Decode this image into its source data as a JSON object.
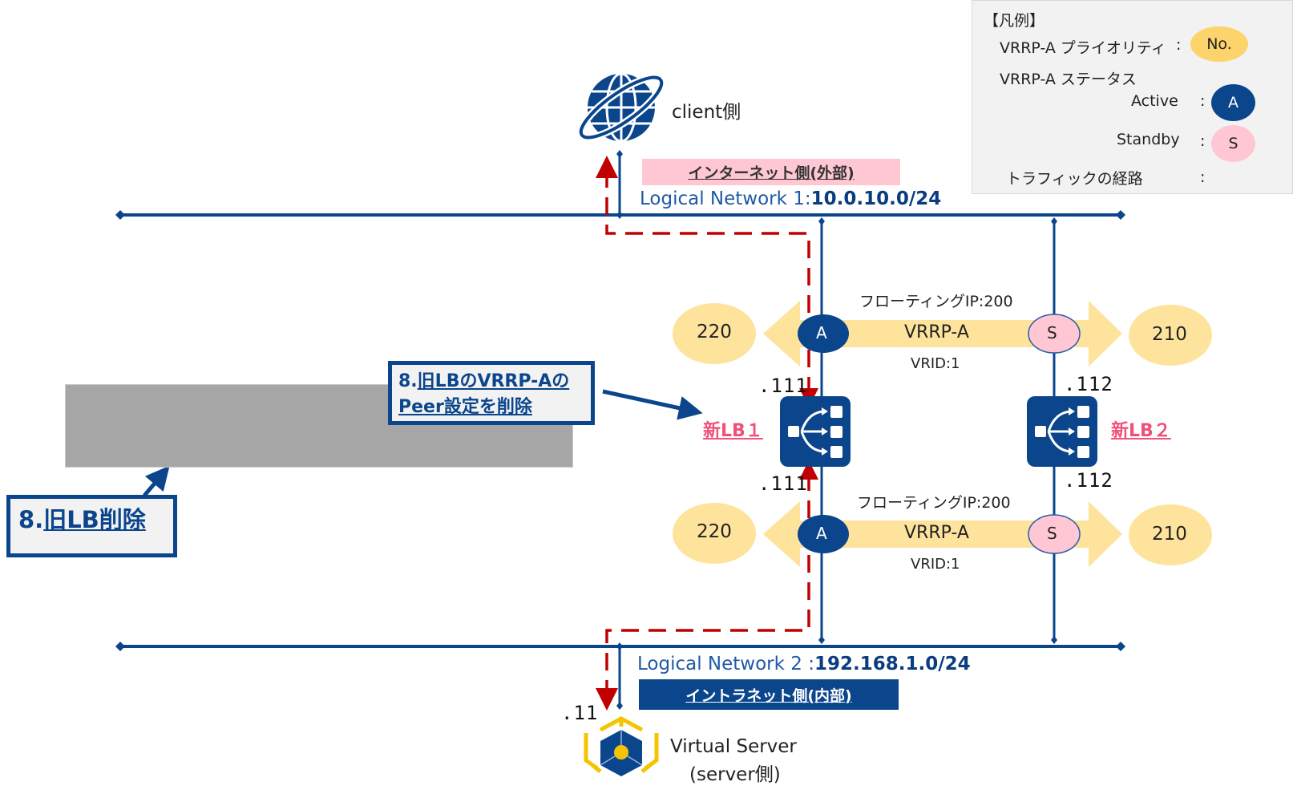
{
  "legend": {
    "title": "【凡例】",
    "priority_label": "VRRP-A プライオリティ",
    "priority_sample": "No.",
    "status_label": "VRRP-A ステータス",
    "active_label": "Active",
    "active_sample": "A",
    "standby_label": "Standby",
    "standby_sample": "S",
    "traffic_label": "トラフィックの経路",
    "colon": ":"
  },
  "client": {
    "label": "client側",
    "icon": "globe-icon"
  },
  "network1": {
    "zone_label": "インターネット側(外部)",
    "name": "Logical Network 1:",
    "cidr": "10.0.10.0/24"
  },
  "network2": {
    "zone_label": "イントラネット側(内部)",
    "name": "Logical Network 2 :",
    "cidr": "192.168.1.0/24"
  },
  "vrrp_top": {
    "floating_ip": "フローティングIP:200",
    "name": "VRRP-A",
    "vrid": "VRID:1",
    "left_priority": "220",
    "right_priority": "210",
    "left_status": "A",
    "right_status": "S"
  },
  "vrrp_bottom": {
    "floating_ip": "フローティングIP:200",
    "name": "VRRP-A",
    "vrid": "VRID:1",
    "left_priority": "220",
    "right_priority": "210",
    "left_status": "A",
    "right_status": "S"
  },
  "lb1": {
    "label": "新LB１",
    "ip_top": ".111",
    "ip_bottom": ".111",
    "icon": "load-balancer-icon"
  },
  "lb2": {
    "label": "新LB２",
    "ip_top": ".112",
    "ip_bottom": ".112",
    "icon": "load-balancer-icon"
  },
  "server": {
    "ip": ".11",
    "label_line1": "Virtual Server",
    "label_line2": "(server側)",
    "icon": "virtual-server-icon"
  },
  "callouts": {
    "peer_prefix": "8.",
    "peer_line1": "旧LBのVRRP-Aの",
    "peer_line2": "Peer設定を削除",
    "delete_prefix": "8.",
    "delete_text": "旧LB削除"
  },
  "colors": {
    "network_blue": "#0b458c",
    "traffic_red": "#c00000",
    "priority_yellow": "#fde39c",
    "standby_pink": "#ffc7d3",
    "new_lb_pink": "#f0507a",
    "removed_gray": "#a6a6a6"
  }
}
